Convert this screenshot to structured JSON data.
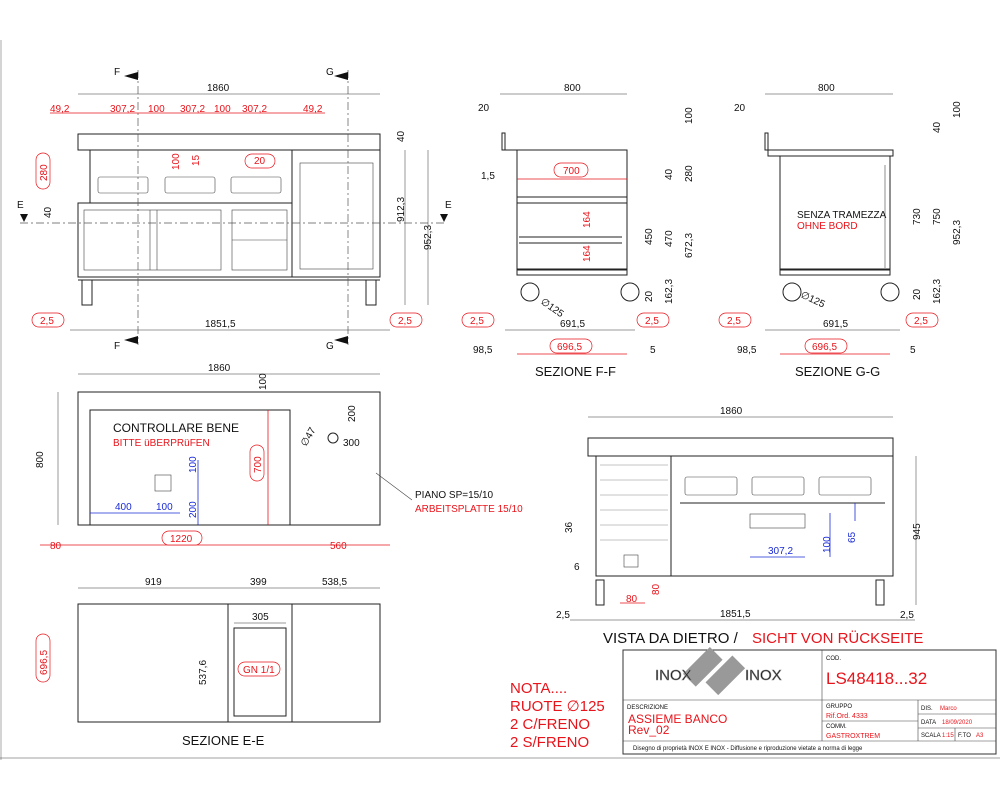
{
  "front": {
    "sec_f": "F",
    "sec_g": "G",
    "sec_e": "E",
    "width": "1860",
    "left_margin": "49,2",
    "well": "307,2",
    "gap": "100",
    "right_margin": "49,2",
    "h280": "280",
    "h40": "40",
    "h100": "100",
    "h15": "15",
    "h20": "20",
    "top40": "40",
    "h912": "912,3",
    "h952": "952,3",
    "base": "1851,5",
    "off": "2,5"
  },
  "section_ff": {
    "title": "SEZIONE F-F",
    "w800": "800",
    "w20": "20",
    "h100": "100",
    "w1_5": "1,5",
    "w700": "700",
    "h40": "40",
    "h280": "280",
    "h164": "164",
    "h450": "450",
    "h470": "470",
    "h672": "672,3",
    "h20": "20",
    "h162": "162,3",
    "wheel": "∅125",
    "w691": "691,5",
    "off": "2,5",
    "w696": "696,5",
    "w98": "98,5",
    "w5": "5"
  },
  "section_gg": {
    "title": "SEZIONE G-G",
    "w800": "800",
    "w20": "20",
    "h100": "100",
    "h40": "40",
    "note_it": "SENZA TRAMEZZA",
    "note_de": "OHNE BORD",
    "h730": "730",
    "h750": "750",
    "h952": "952,3",
    "h20": "20",
    "h162": "162,3",
    "wheel": "∅125",
    "w691": "691,5",
    "off": "2,5",
    "w696": "696,5",
    "w98": "98,5",
    "w5": "5"
  },
  "top_view": {
    "width": "1860",
    "depth": "800",
    "h100": "100",
    "h200": "200",
    "hole": "∅47",
    "w300": "300",
    "check_it": "CONTROLLARE BENE",
    "check_de": "BITTE üBERPRüFEN",
    "h700": "700",
    "b100a": "100",
    "b400": "400",
    "b100b": "100",
    "b200": "200",
    "w80": "80",
    "w1220": "1220",
    "w560": "560",
    "plate_it": "PIANO SP=15/10",
    "plate_de": "ARBEITSPLATTE 15/10"
  },
  "section_ee": {
    "title": "SEZIONE E-E",
    "w919": "919",
    "w399": "399",
    "w538": "538,5",
    "d696": "696,5",
    "h537": "537,6",
    "w305": "305",
    "gn": "GN 1/1"
  },
  "rear_view": {
    "width": "1860",
    "h945": "945",
    "h36": "36",
    "h6": "6",
    "w307": "307,2",
    "h100": "100",
    "h65": "65",
    "w80": "80",
    "h80": "80",
    "base": "1851,5",
    "off": "2,5",
    "title_it": "VISTA DA DIETRO /",
    "title_de": "SICHT VON RÜCKSEITE"
  },
  "note": {
    "l1": "NOTA....",
    "l2": "RUOTE ∅125",
    "l3": "2 C/FRENO",
    "l4": "2 S/FRENO"
  },
  "title_block": {
    "logo": "INOX E INOX",
    "cod_label": "COD.",
    "cod": "LS48418...32",
    "desc_label": "DESCRIZIONE",
    "desc1": "ASSIEME  BANCO",
    "desc2": "Rev_02",
    "gruppo_label": "GRUPPO",
    "gruppo": "Rif.Ord. 4333",
    "comm_label": "COMM.",
    "comm": "GASTROXTREM",
    "dis_label": "DIS.",
    "dis": "Marco",
    "data_label": "DATA",
    "data": "18/09/2020",
    "scala_label": "SCALA",
    "scala": "1:15",
    "fto_label": "F.TO",
    "fto": "A3",
    "footer": "Disegno di proprietà INOX E INOX - Diffusione e riproduzione vietate a norma di legge"
  }
}
